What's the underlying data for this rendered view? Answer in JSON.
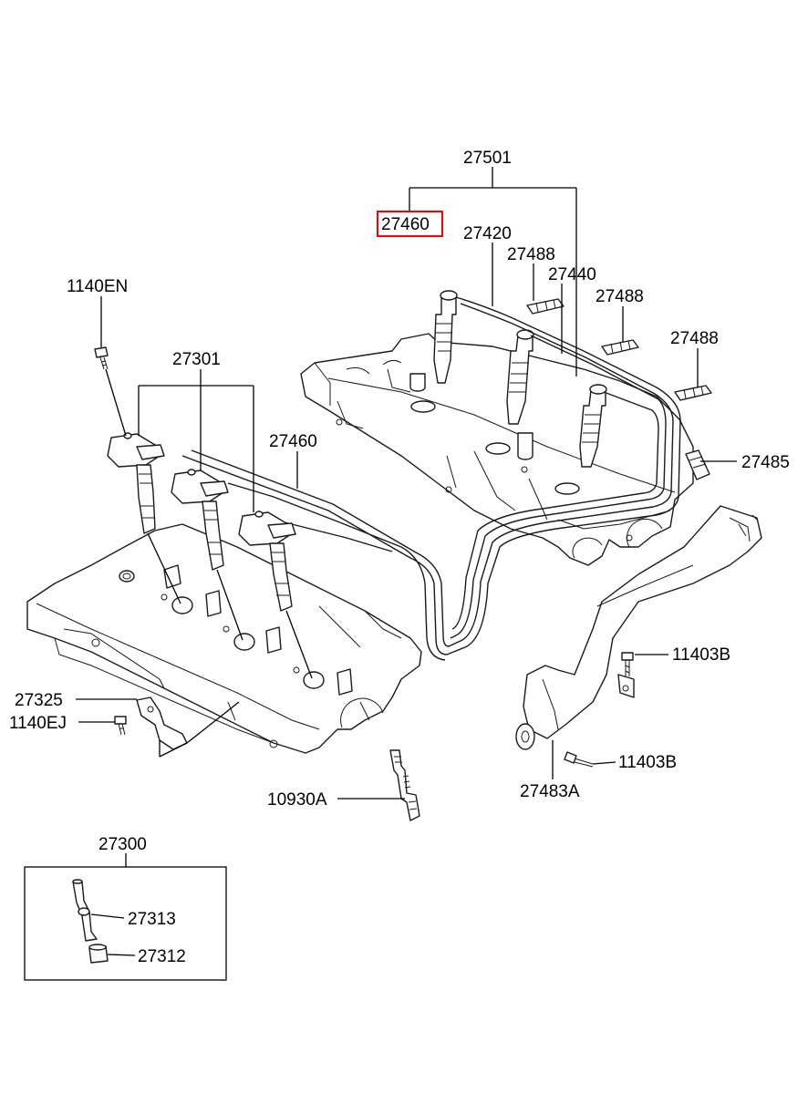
{
  "diagram": {
    "highlight_color": "#ff0000",
    "parts": {
      "p27501": "27501",
      "p27460_top": "27460",
      "p27420": "27420",
      "p27488_a": "27488",
      "p27440": "27440",
      "p27488_b": "27488",
      "p27488_c": "27488",
      "p1140EN": "1140EN",
      "p27301": "27301",
      "p27460_mid": "27460",
      "p27485": "27485",
      "p11403B_a": "11403B",
      "p11403B_b": "11403B",
      "p27483A": "27483A",
      "p27325": "27325",
      "p1140EJ": "1140EJ",
      "p10930A": "10930A",
      "p27300": "27300",
      "p27313": "27313",
      "p27312": "27312"
    },
    "selected_part": "27460"
  }
}
